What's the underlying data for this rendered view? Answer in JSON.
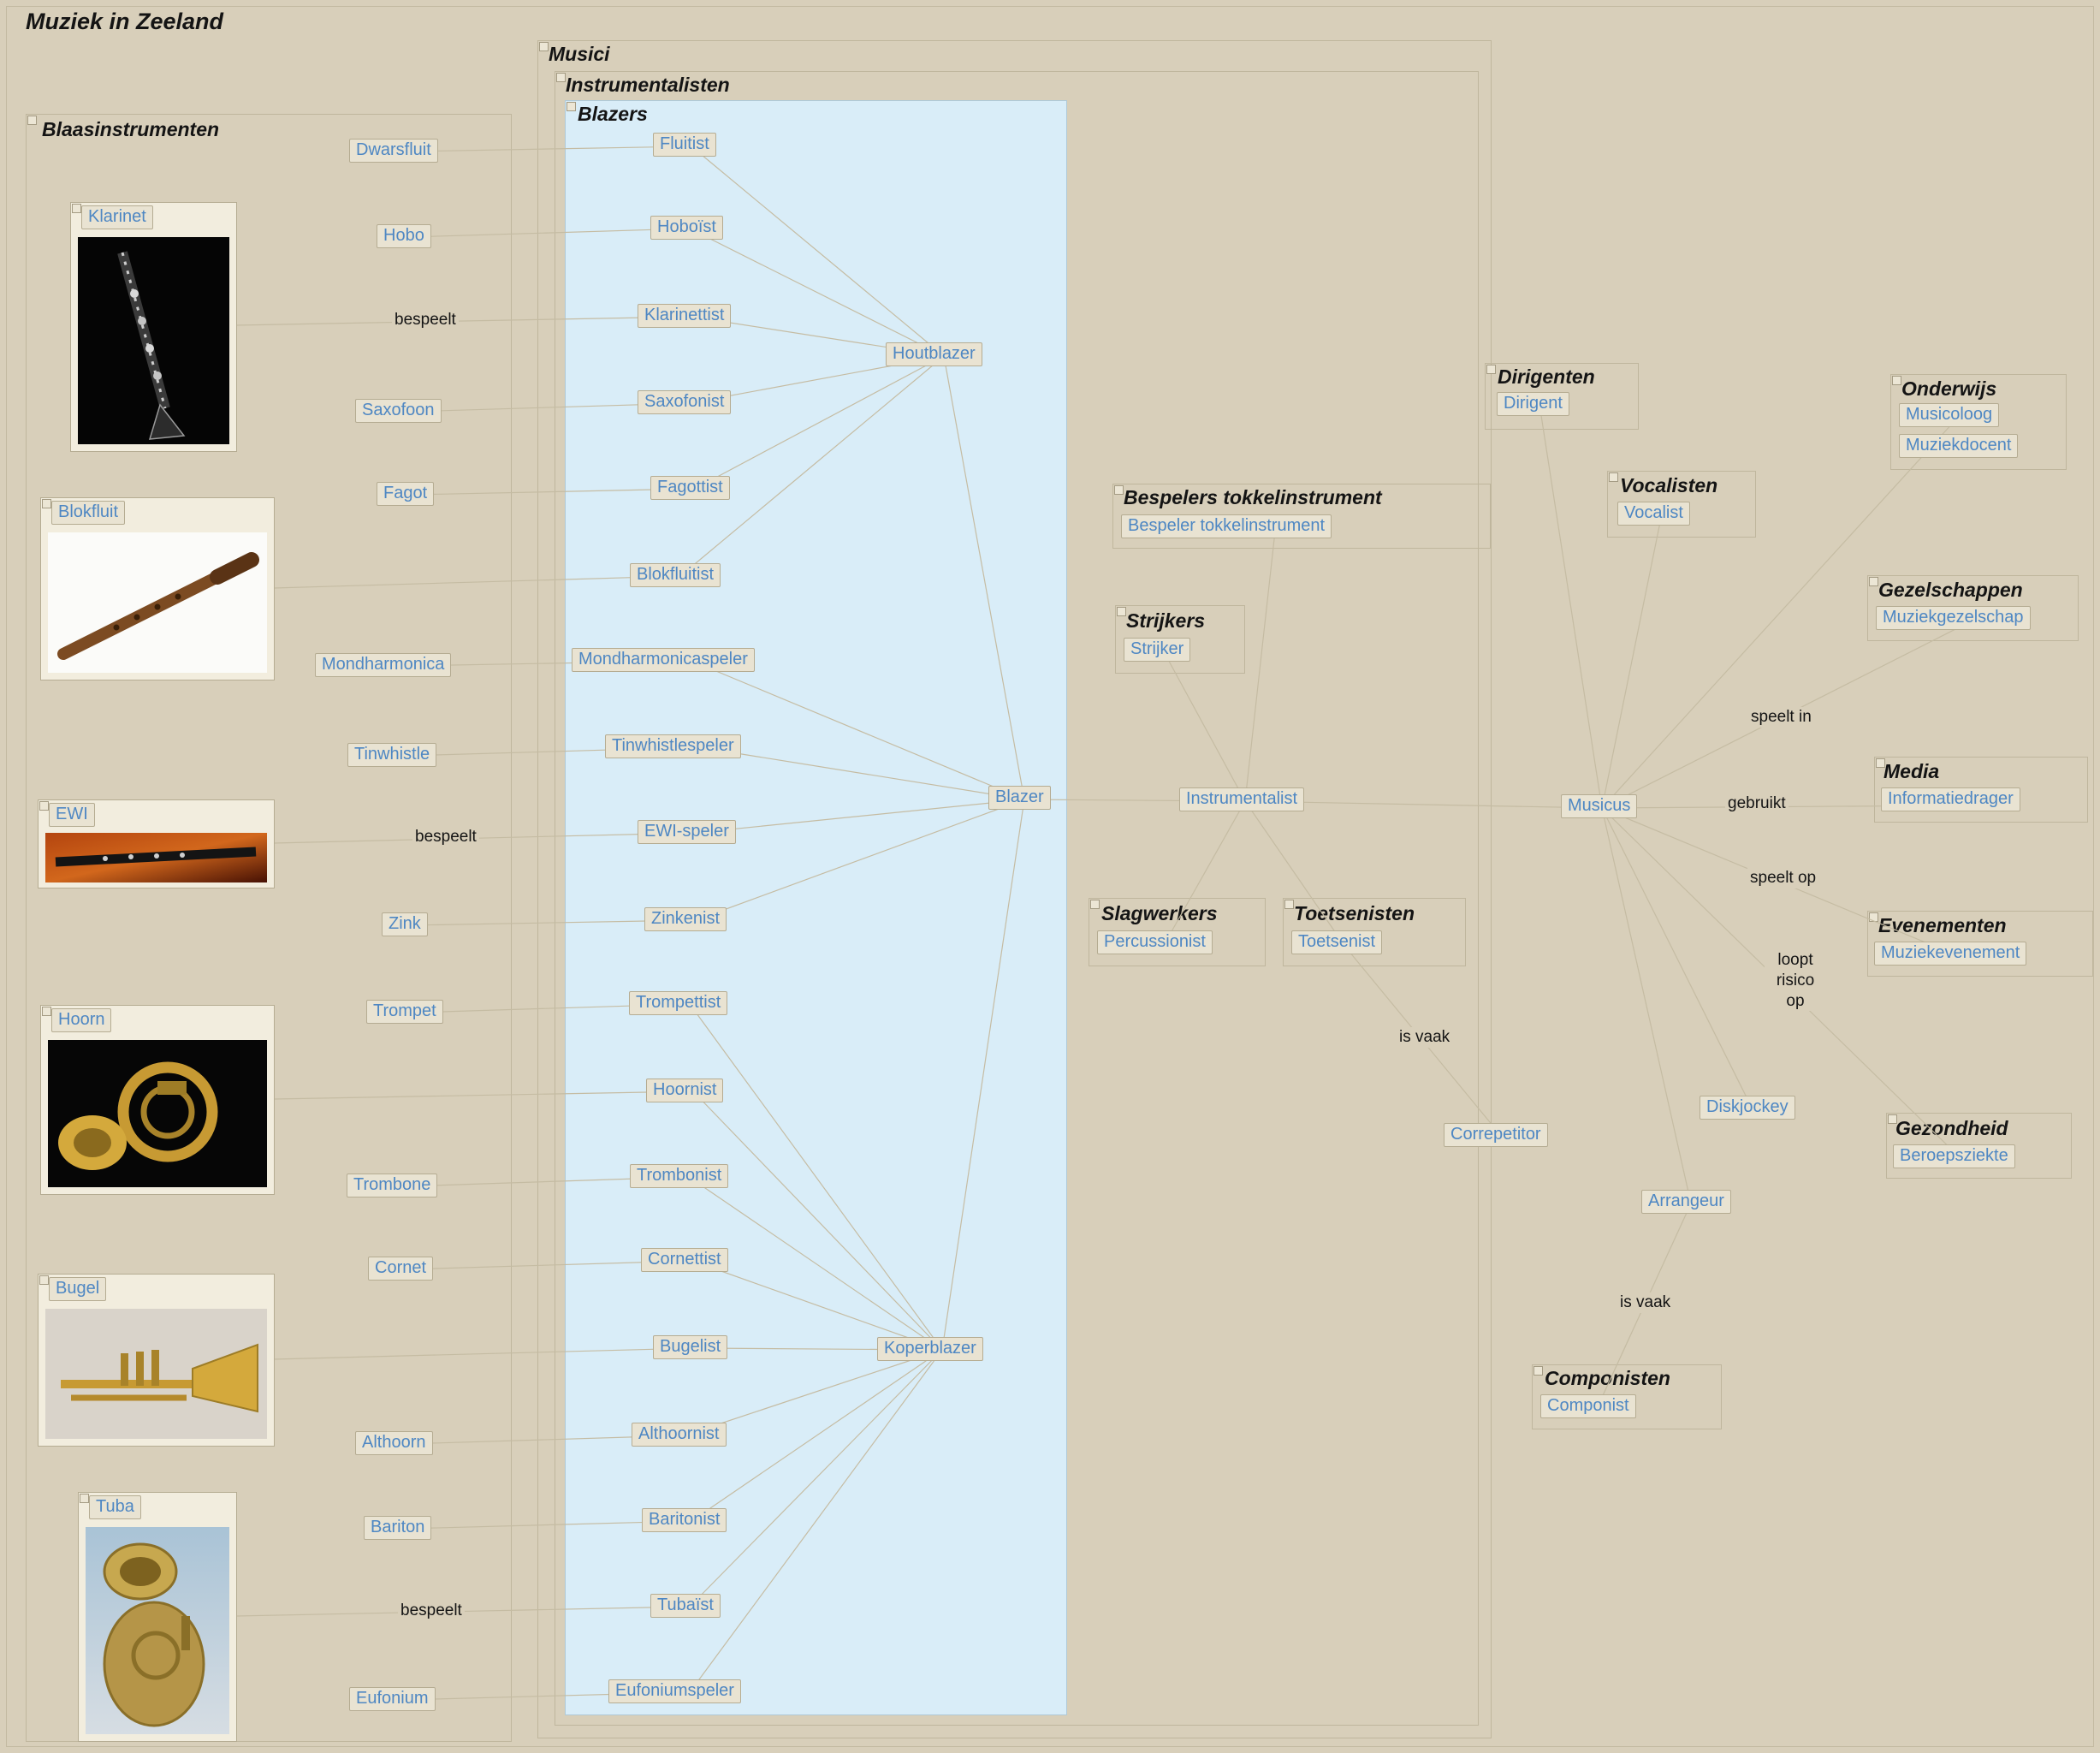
{
  "title": "Muziek in Zeeland",
  "colors": {
    "background": "#d8cfba",
    "node_text_blue": "#4e87c3",
    "blazers_highlight": "#d9edf8"
  },
  "groups": {
    "blaasinstrumenten": "Blaasinstrumenten",
    "musici": "Musici",
    "instrumentalisten": "Instrumentalisten",
    "blazers": "Blazers",
    "bespelers_tokkelinstrument": "Bespelers tokkelinstrument",
    "strijkers": "Strijkers",
    "slagwerkers": "Slagwerkers",
    "toetsenisten": "Toetsenisten",
    "dirigenten": "Dirigenten",
    "vocalisten": "Vocalisten",
    "onderwijs": "Onderwijs",
    "gezelschappen": "Gezelschappen",
    "media": "Media",
    "evenementen": "Evenementen",
    "gezondheid": "Gezondheid",
    "componisten": "Componisten"
  },
  "nodes": {
    "dwarsfluit": "Dwarsfluit",
    "klarinet": "Klarinet",
    "hobo": "Hobo",
    "saxofoon": "Saxofoon",
    "fagot": "Fagot",
    "blokfluit": "Blokfluit",
    "mondharmonica": "Mondharmonica",
    "tinwhistle": "Tinwhistle",
    "ewi": "EWI",
    "zink": "Zink",
    "trompet": "Trompet",
    "hoorn": "Hoorn",
    "trombone": "Trombone",
    "cornet": "Cornet",
    "bugel": "Bugel",
    "althoorn": "Althoorn",
    "bariton": "Bariton",
    "tuba": "Tuba",
    "eufonium": "Eufonium",
    "fluitist": "Fluitist",
    "hoboist": "Hoboïst",
    "klarinettist": "Klarinettist",
    "saxofonist": "Saxofonist",
    "fagottist": "Fagottist",
    "blokfluitist": "Blokfluitist",
    "mondharmonicaspeler": "Mondharmonicaspeler",
    "tinwhistlespeler": "Tinwhistlespeler",
    "ewi_speler": "EWI-speler",
    "zinkenist": "Zinkenist",
    "trompettist": "Trompettist",
    "hoornist": "Hoornist",
    "trombonist": "Trombonist",
    "cornettist": "Cornettist",
    "bugelist": "Bugelist",
    "althoornist": "Althoornist",
    "baritonist": "Baritonist",
    "tubaist": "Tubaïst",
    "eufoniumspeler": "Eufoniumspeler",
    "houtblazer": "Houtblazer",
    "koperblazer": "Koperblazer",
    "blazer": "Blazer",
    "instrumentalist": "Instrumentalist",
    "bespeler_tokkelinstrument": "Bespeler tokkelinstrument",
    "strijker": "Strijker",
    "percussionist": "Percussionist",
    "toetsenist": "Toetsenist",
    "musicus": "Musicus",
    "dirigent": "Dirigent",
    "vocalist": "Vocalist",
    "musicoloog": "Musicoloog",
    "muziekdocent": "Muziekdocent",
    "muziekgezelschap": "Muziekgezelschap",
    "informatiedrager": "Informatiedrager",
    "muziekevenement": "Muziekevenement",
    "beroepsziekte": "Beroepsziekte",
    "componist": "Componist",
    "diskjockey": "Diskjockey",
    "correpetitor": "Correpetitor",
    "arrangeur": "Arrangeur"
  },
  "edge_labels": {
    "bespeelt_klarinet": "bespeelt",
    "bespeelt_ewi": "bespeelt",
    "bespeelt_tuba": "bespeelt",
    "speelt_in": "speelt in",
    "gebruikt": "gebruikt",
    "speelt_op": "speelt op",
    "loopt_risico_op": "loopt risico op",
    "is_vaak_correpetitor": "is vaak",
    "is_vaak_arrangeur": "is vaak"
  }
}
